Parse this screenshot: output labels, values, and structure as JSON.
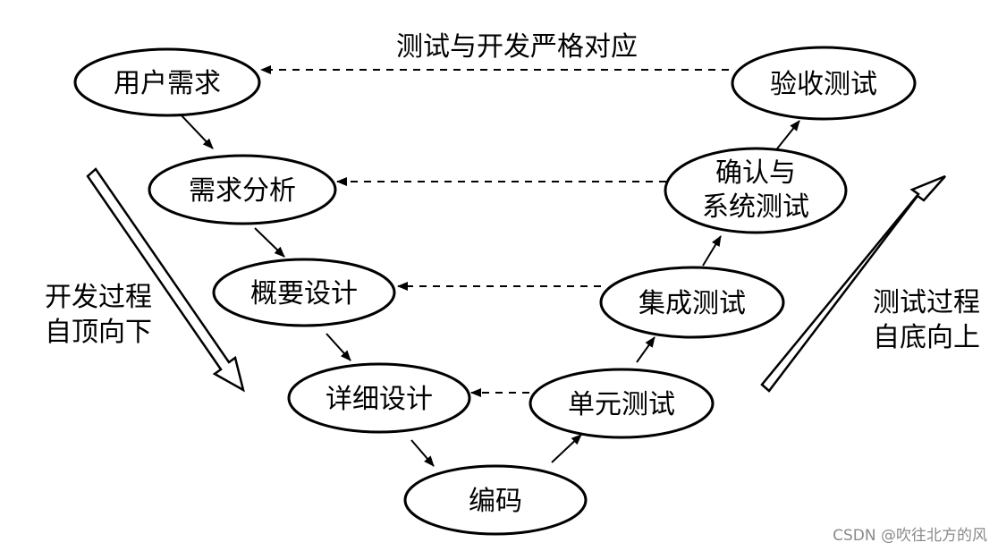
{
  "nodes": {
    "user_requirements": "用户需求",
    "requirements_analysis": "需求分析",
    "high_level_design": "概要设计",
    "detailed_design": "详细设计",
    "coding": "编码",
    "unit_testing": "单元测试",
    "integration_testing": "集成测试",
    "system_testing_line1": "确认与",
    "system_testing_line2": "系统测试",
    "acceptance_testing": "验收测试"
  },
  "captions": {
    "top": "测试与开发严格对应",
    "left_line1": "开发过程",
    "left_line2": "自顶向下",
    "right_line1": "测试过程",
    "right_line2": "自底向上"
  },
  "watermark": "CSDN @吹往北方的风"
}
